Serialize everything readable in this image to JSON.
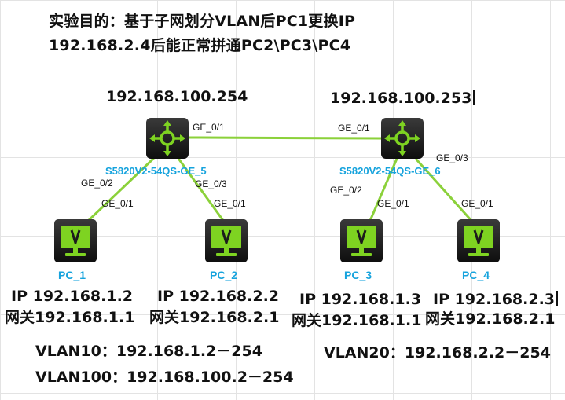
{
  "title": {
    "line1": "实验目的：基于子网划分VLAN后PC1更换IP",
    "line2": "192.168.2.4后能正常拼通PC2\\PC3\\PC4"
  },
  "switches": [
    {
      "id": "sw1",
      "ip": "192.168.100.254",
      "name": "S5820V2-54QS-GE_5",
      "icon": "router-switch-icon"
    },
    {
      "id": "sw2",
      "ip": "192.168.100.253",
      "name": "S5820V2-54QS-GE_6",
      "icon": "router-switch-icon"
    }
  ],
  "ports": {
    "sw1_uplink": "GE_0/1",
    "sw2_uplink": "GE_0/1",
    "sw1_to_pc1": "GE_0/2",
    "sw1_to_pc2": "GE_0/3",
    "sw2_to_pc3": "GE_0/2",
    "sw2_to_pc4": "GE_0/3",
    "pc1_nic": "GE_0/1",
    "pc2_nic": "GE_0/1",
    "pc3_nic": "GE_0/1",
    "pc4_nic": "GE_0/1"
  },
  "pcs": [
    {
      "name": "PC_1",
      "ip": "IP  192.168.1.2",
      "gw": "网关192.168.1.1",
      "icon": "pc-monitor-icon"
    },
    {
      "name": "PC_2",
      "ip": "IP  192.168.2.2",
      "gw": "网关192.168.2.1",
      "icon": "pc-monitor-icon"
    },
    {
      "name": "PC_3",
      "ip": "IP  192.168.1.3",
      "gw": "网关192.168.1.1",
      "icon": "pc-monitor-icon"
    },
    {
      "name": "PC_4",
      "ip": "IP  192.168.2.3",
      "gw": "网关192.168.2.1",
      "icon": "pc-monitor-icon"
    }
  ],
  "vlans": {
    "vlan10": "VLAN10：192.168.1.2－254",
    "vlan100": "VLAN100：192.168.100.2－254",
    "vlan20": "VLAN20：192.168.2.2－254"
  },
  "colors": {
    "link": "#8bd13a",
    "device_green": "#7ed321",
    "device_dark": "#1c1c1c",
    "label_blue": "#16a3dd"
  }
}
